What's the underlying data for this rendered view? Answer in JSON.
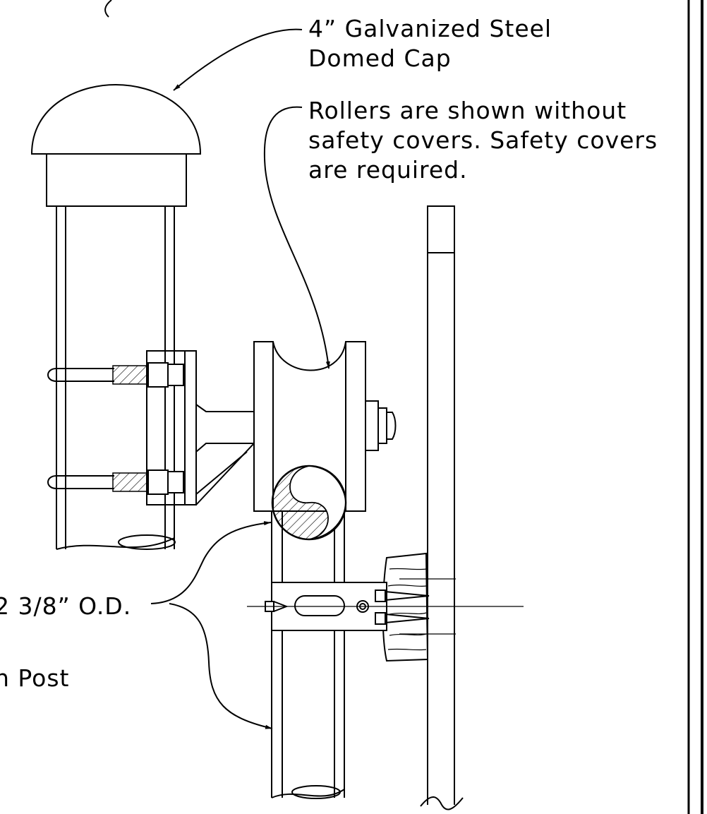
{
  "labels": {
    "cap_line1": "4” Galvanized Steel",
    "cap_line2": "Domed Cap",
    "note_line1": "Rollers are shown without",
    "note_line2": "safety covers. Safety covers",
    "note_line3": "are required.",
    "pipe_od": "2 3/8” O.D.",
    "post": "h  Post"
  },
  "colors": {
    "line": "#000000",
    "background": "#ffffff"
  }
}
